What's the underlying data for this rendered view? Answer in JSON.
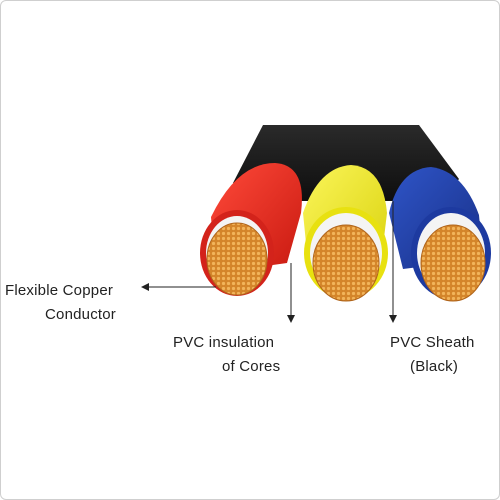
{
  "labels": {
    "copper_line1": "Flexible Copper",
    "copper_line2": "Conductor",
    "insulation_line1": "PVC insulation",
    "insulation_line2": "of Cores",
    "sheath_line1": "PVC Sheath",
    "sheath_line2": "(Black)"
  },
  "colors": {
    "sheath": "#1c1c1c",
    "core_red": "#e3261f",
    "core_yellow": "#f1eb12",
    "core_blue": "#1f3ea6",
    "copper": "#d98a2a",
    "inner_white": "#f4f4f4",
    "pointer": "#222222"
  }
}
